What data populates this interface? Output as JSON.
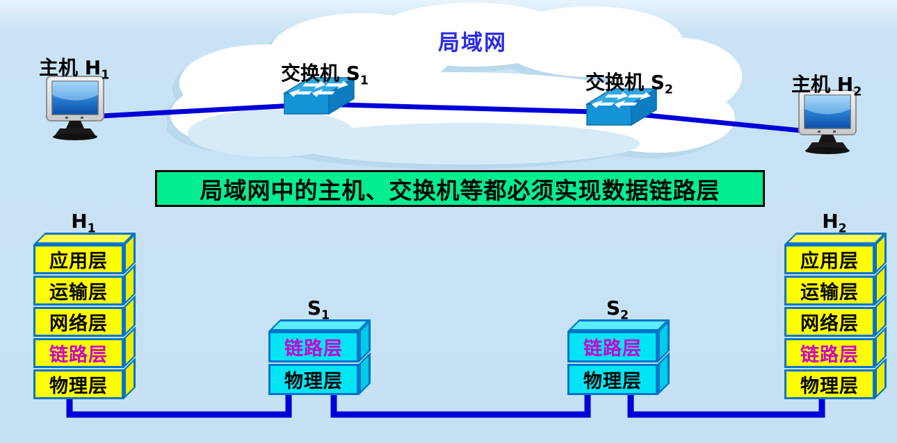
{
  "cloud": {
    "label": "局域网"
  },
  "devices": [
    {
      "id": "h1",
      "type": "host",
      "label": "主机 H",
      "sub": "1"
    },
    {
      "id": "s1",
      "type": "switch",
      "label": "交换机 S",
      "sub": "1"
    },
    {
      "id": "s2",
      "type": "switch",
      "label": "交换机 S",
      "sub": "2"
    },
    {
      "id": "h2",
      "type": "host",
      "label": "主机 H",
      "sub": "2"
    }
  ],
  "banner": {
    "text": "局域网中的主机、交换机等都必须实现数据链路层"
  },
  "stacks": {
    "h1": {
      "title": "H",
      "sub": "1",
      "layers": [
        "应用层",
        "运输层",
        "网络层",
        "链路层",
        "物理层"
      ]
    },
    "s1": {
      "title": "S",
      "sub": "1",
      "layers": [
        "链路层",
        "物理层"
      ]
    },
    "s2": {
      "title": "S",
      "sub": "2",
      "layers": [
        "链路层",
        "物理层"
      ]
    },
    "h2": {
      "title": "H",
      "sub": "2",
      "layers": [
        "应用层",
        "运输层",
        "网络层",
        "链路层",
        "物理层"
      ]
    }
  },
  "colors": {
    "background": "#C6E1F4",
    "link_line_blue": "#0000D8",
    "stack_border_blue": "#0074C8",
    "host_layer_fill": "#FFFF00",
    "switch_layer_fill": "#00E5F5",
    "link_layer_text": "#CC00CC",
    "banner_background": "#00EE91",
    "lan_label_text": "#2B2BE8"
  }
}
